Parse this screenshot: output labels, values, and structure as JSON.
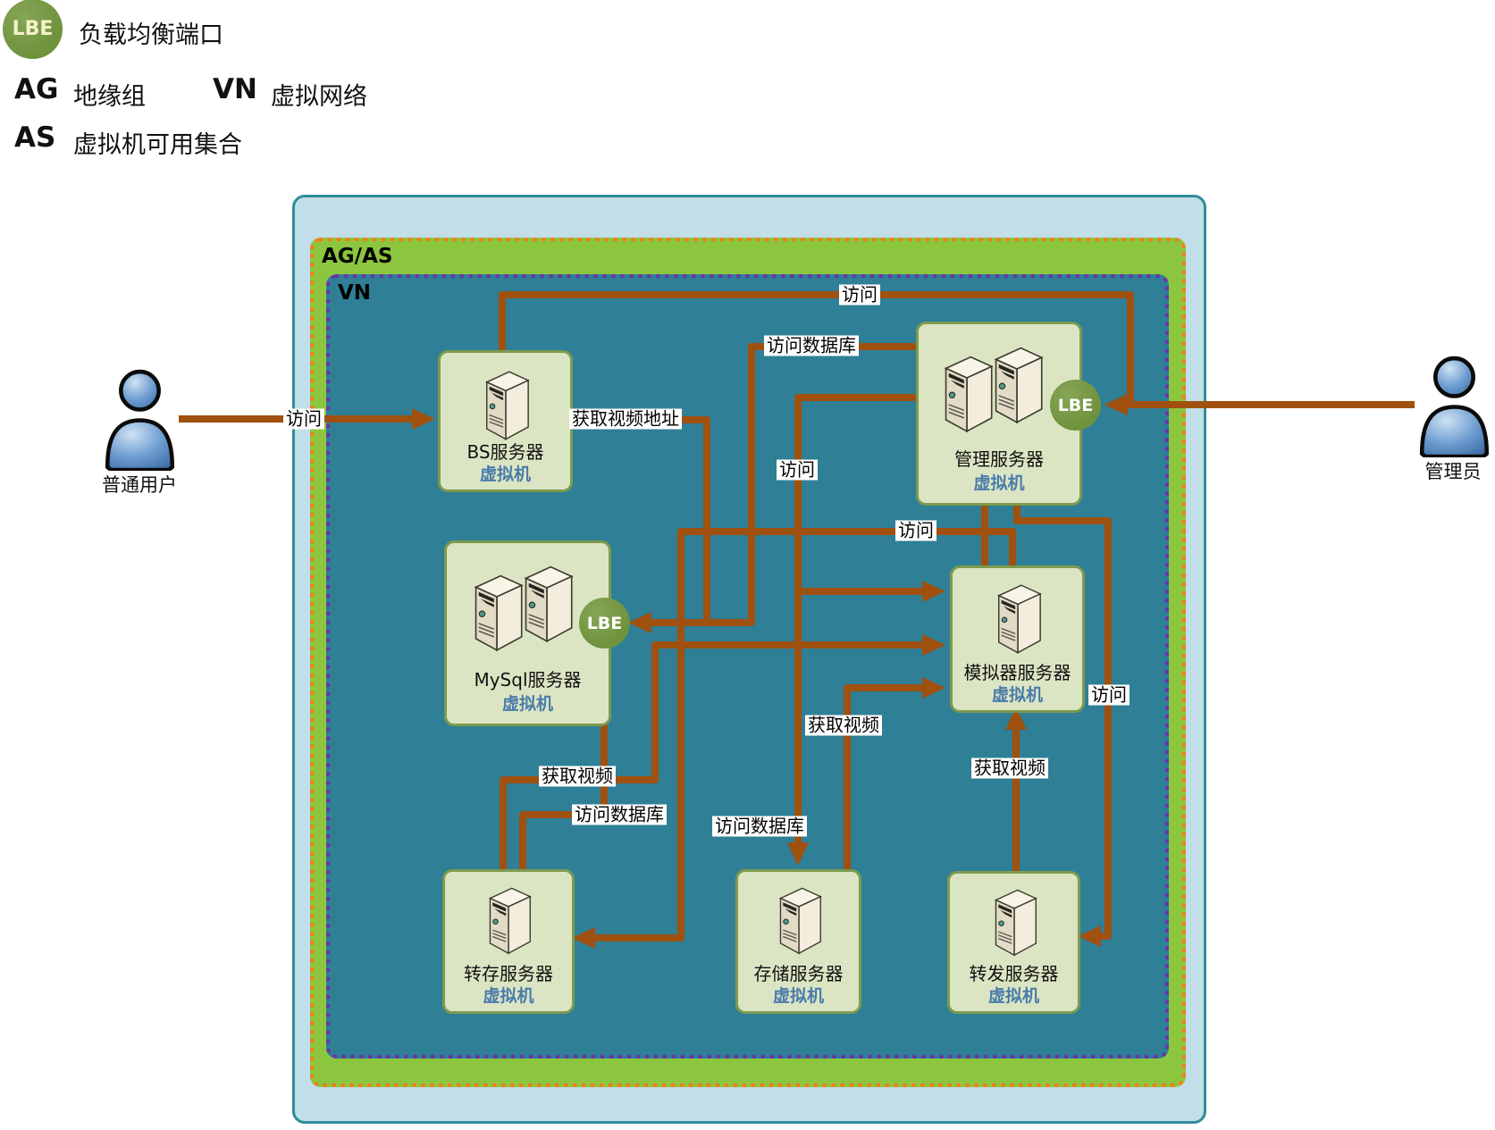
{
  "legend": {
    "lbe_badge": "LBE",
    "lbe_label": "负载均衡端口",
    "ag_abbr": "AG",
    "ag_label": "地缘组",
    "vn_abbr": "VN",
    "vn_label": "虚拟网络",
    "as_abbr": "AS",
    "as_label": "虚拟机可用集合"
  },
  "containers": {
    "agas_label": "AG/AS",
    "vn_label": "VN"
  },
  "actors": [
    {
      "name": "普通用户"
    },
    {
      "name": "管理员"
    }
  ],
  "servers": [
    {
      "name": "BS服务器",
      "sub": "虚拟机"
    },
    {
      "name": "管理服务器",
      "sub": "虚拟机",
      "lbe": "LBE"
    },
    {
      "name": "MySql服务器",
      "sub": "虚拟机",
      "lbe": "LBE"
    },
    {
      "name": "模拟器服务器",
      "sub": "虚拟机"
    },
    {
      "name": "转存服务器",
      "sub": "虚拟机"
    },
    {
      "name": "存储服务器",
      "sub": "虚拟机"
    },
    {
      "name": "转发服务器",
      "sub": "虚拟机"
    }
  ],
  "edge_labels": [
    {
      "text": "访问"
    },
    {
      "text": "访问"
    },
    {
      "text": "访问数据库"
    },
    {
      "text": "获取视频地址"
    },
    {
      "text": "访问"
    },
    {
      "text": "访问"
    },
    {
      "text": "访问"
    },
    {
      "text": "获取视频"
    },
    {
      "text": "获取视频"
    },
    {
      "text": "访问数据库"
    },
    {
      "text": "访问数据库"
    },
    {
      "text": "获取视频"
    }
  ],
  "colors": {
    "wire": "#A0500F",
    "outer_fill": "#C2DEE8",
    "outer_border": "#2F8D9C",
    "agas_fill": "#8CC63F",
    "agas_border": "#F08019",
    "vn_fill": "#2F7F96",
    "vn_border": "#6A35A8",
    "node_fill": "#DCE5C3",
    "node_border": "#7C9B4E",
    "lbe_fill": "#6F923C",
    "vm_text": "#4A7CAB",
    "actor_fill": "#5E92C8"
  }
}
